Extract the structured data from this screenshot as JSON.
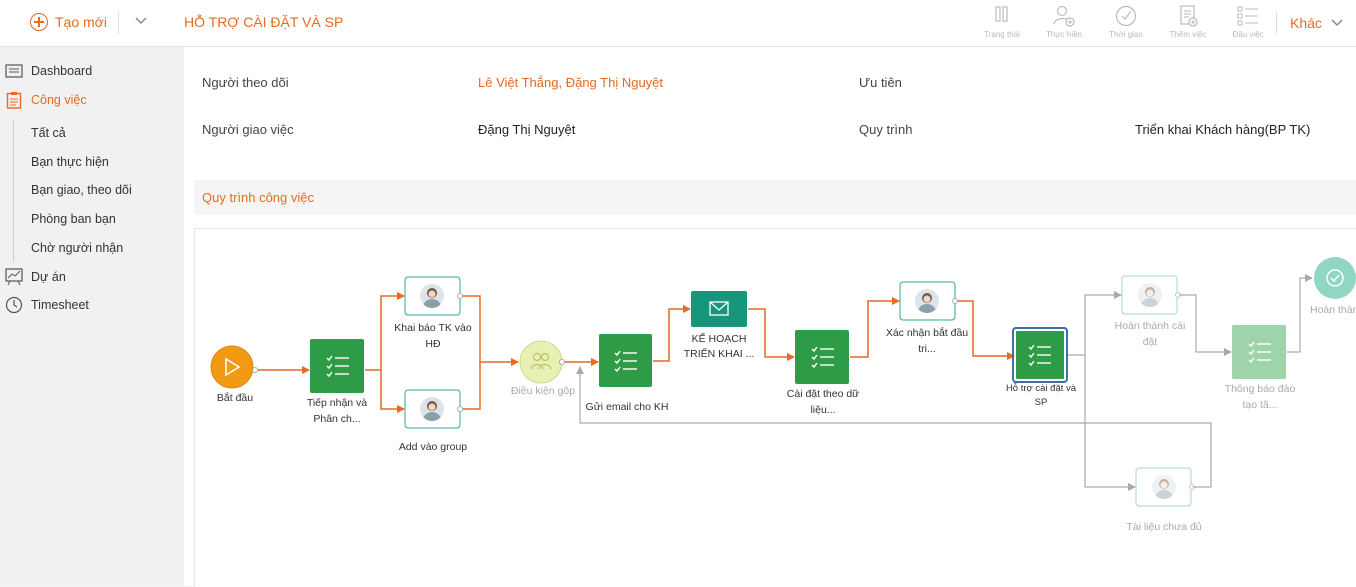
{
  "topbar": {
    "new_label": "Tạo mới",
    "page_title": "HỖ TRỢ CÀI ĐẶT VÀ SP",
    "tools": [
      "Trạng thái",
      "Thực hiện",
      "Thời gian",
      "Thêm việc",
      "Đầu việc"
    ],
    "more_label": "Khác"
  },
  "sidebar": {
    "dashboard": "Dashboard",
    "tasks": "Công việc",
    "sub_items": [
      "Tất cả",
      "Bạn thực hiện",
      "Bạn giao, theo dõi",
      "Phòng ban bạn",
      "Chờ người nhận"
    ],
    "projects": "Dự án",
    "timesheet": "Timesheet"
  },
  "details": {
    "followers_label": "Người theo dõi",
    "followers_value": "Lê Việt Thắng, Đặng Thị Nguyệt",
    "priority_label": "Ưu tiên",
    "assigner_label": "Người giao việc",
    "assigner_value": "Đặng Thị Nguyệt",
    "process_label": "Quy trình",
    "process_value": "Triển khai Khách hàng(BP TK)"
  },
  "workflow": {
    "section_title": "Quy trình công việc",
    "nodes": {
      "start": [
        "Bắt đầu"
      ],
      "receive": [
        "Tiếp nhận và",
        "Phân ch..."
      ],
      "declare": [
        "Khai báo TK vào",
        "HĐ"
      ],
      "addgroup": [
        "Add vào group"
      ],
      "merge": [
        "Điều kiện gộp"
      ],
      "email": [
        "Gửi email cho KH"
      ],
      "plan": [
        "KẾ HOẠCH",
        "TRIỂN KHAI ..."
      ],
      "install": [
        "Cài đặt theo dữ",
        "liệu..."
      ],
      "confirm": [
        "Xác nhận bắt đầu",
        "tri..."
      ],
      "support": [
        "Hỗ trợ cài đặt và",
        "SP"
      ],
      "complete": [
        "Hoàn thành cài",
        "đặt"
      ],
      "notify": [
        "Thông báo đào",
        "tạo tã..."
      ],
      "missing": [
        "Tài liệu chưa đủ"
      ],
      "finish": [
        "Hoàn thàn"
      ]
    }
  },
  "colors": {
    "accent": "#e8691f",
    "task_green": "#2e9b46",
    "mail_teal": "#16977c",
    "start_orange": "#f29a14"
  }
}
